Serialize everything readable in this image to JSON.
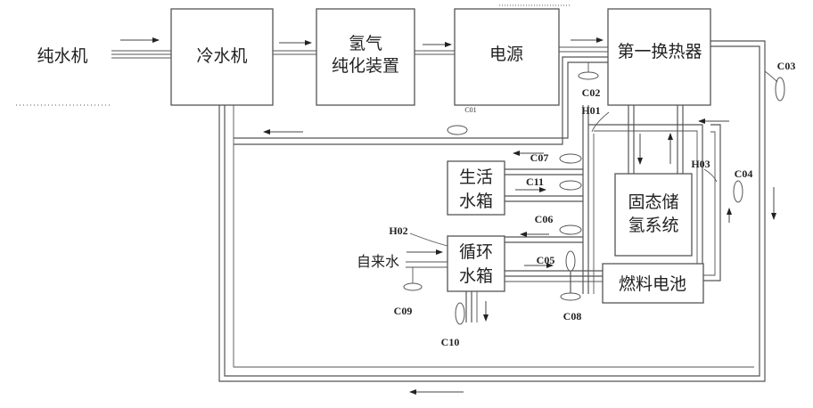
{
  "blocks": {
    "pure_water_machine": "纯水机",
    "chiller": "冷水机",
    "hydrogen_purifier_line1": "氢气",
    "hydrogen_purifier_line2": "纯化装置",
    "power_supply": "电源",
    "first_heat_exchanger": "第一换热器",
    "domestic_tank_line1": "生活",
    "domestic_tank_line2": "水箱",
    "circulation_tank_line1": "循环",
    "circulation_tank_line2": "水箱",
    "solid_hydrogen_line1": "固态储",
    "solid_hydrogen_line2": "氢系统",
    "fuel_cell": "燃料电池",
    "tap_water": "自来水"
  },
  "labels": {
    "c01": "C01",
    "c02": "C02",
    "c03": "C03",
    "c04": "C04",
    "c05": "C05",
    "c06": "C06",
    "c07": "C07",
    "c08": "C08",
    "c09": "C09",
    "c10": "C10",
    "c11": "C11",
    "h01": "H01",
    "h02": "H02",
    "h03": "H03"
  },
  "colors": {
    "line": "#555555",
    "text": "#222222",
    "background": "#ffffff"
  }
}
